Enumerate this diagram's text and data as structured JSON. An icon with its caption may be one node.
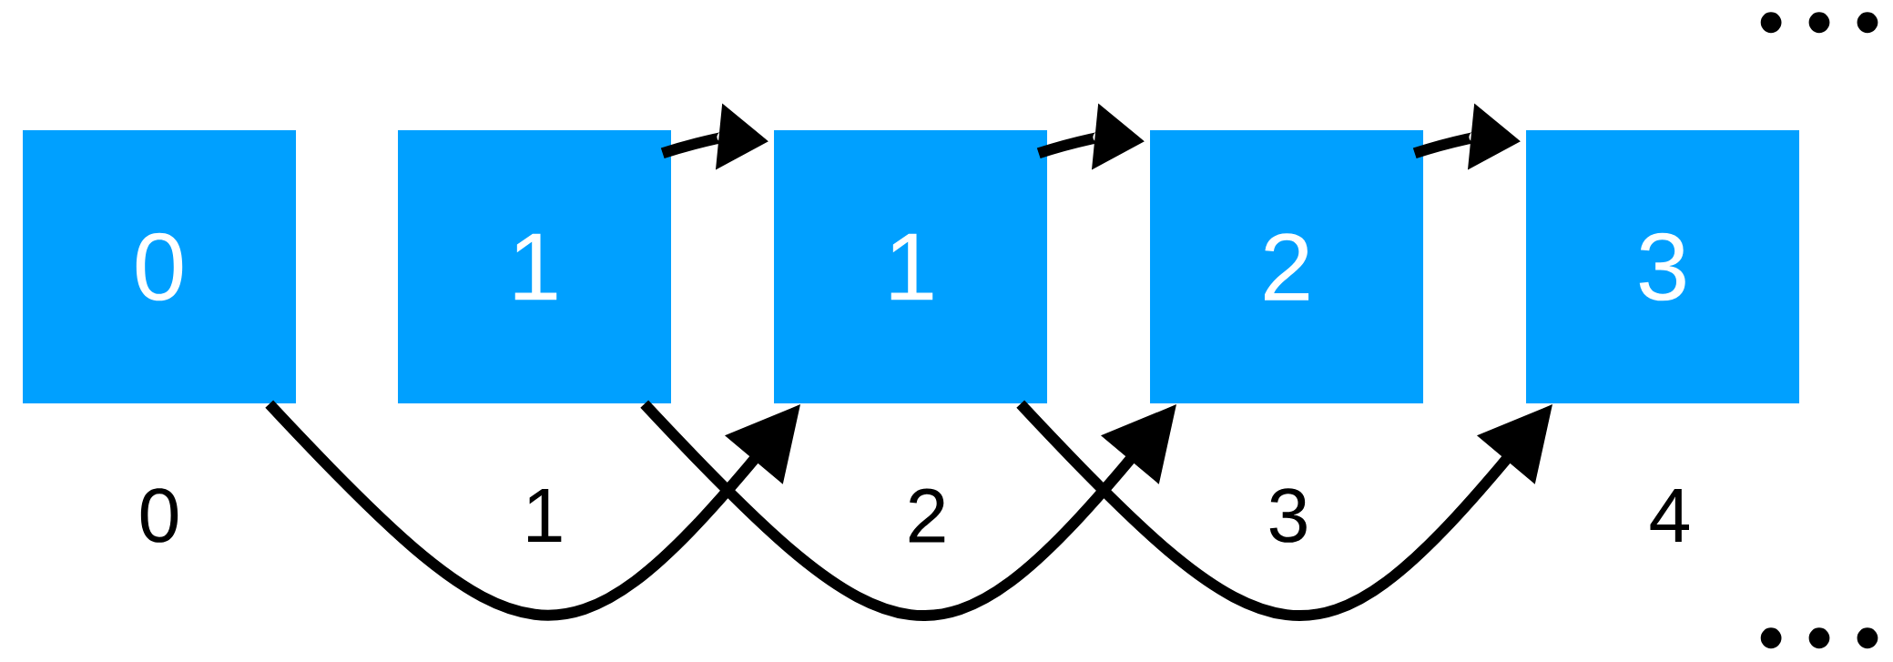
{
  "diagram": {
    "nodes": [
      {
        "text": [
          "0"
        ]
      },
      {
        "text": [
          "1"
        ]
      },
      {
        "text": [
          "1"
        ]
      },
      {
        "text": [
          "2"
        ]
      },
      {
        "text": [
          "3"
        ]
      }
    ],
    "edges": [
      {
        "from": 1,
        "to": 2,
        "arrow": "to"
      },
      {
        "from": 2,
        "to": 3,
        "arrow": "to"
      },
      {
        "from": 3,
        "to": 4,
        "arrow": "to"
      },
      {
        "from": 0,
        "to": 2,
        "arrow": "to"
      },
      {
        "from": 1,
        "to": 3,
        "arrow": "to"
      },
      {
        "from": 2,
        "to": 4,
        "arrow": "to"
      }
    ],
    "labels": [
      "0",
      "1",
      "2",
      "3",
      "4",
      "• • •",
      "• • •"
    ]
  }
}
